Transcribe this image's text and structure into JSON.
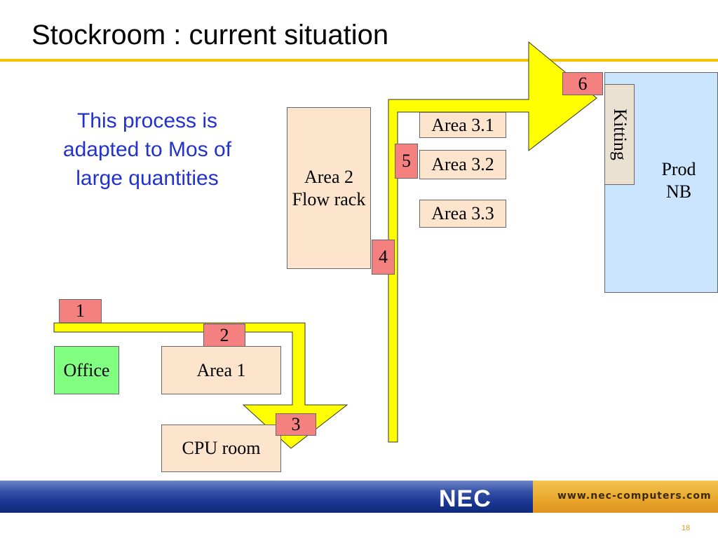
{
  "title": "Stockroom : current situation",
  "note": "This process is adapted to Mos of large quantities",
  "areas": {
    "area2": "Area 2 Flow rack",
    "area31": "Area 3.1",
    "area32": "Area 3.2",
    "area33": "Area 3.3",
    "prod": "Prod NB",
    "kitting": "Kitting",
    "office": "Office",
    "area1": "Area 1",
    "cpu": "CPU room"
  },
  "steps": [
    "1",
    "2",
    "3",
    "4",
    "5",
    "6"
  ],
  "colors": {
    "flow_arrow": "#ffff00",
    "step_marker": "#f48080",
    "area_fill": "#fde4cd",
    "office_fill": "#80ff80",
    "prod_fill": "#cce5ff",
    "title_rule": "#f5c400",
    "note_text": "#2233cc"
  },
  "footer": {
    "logo": "NEC",
    "url": "www.nec-computers.com",
    "page": "18"
  }
}
